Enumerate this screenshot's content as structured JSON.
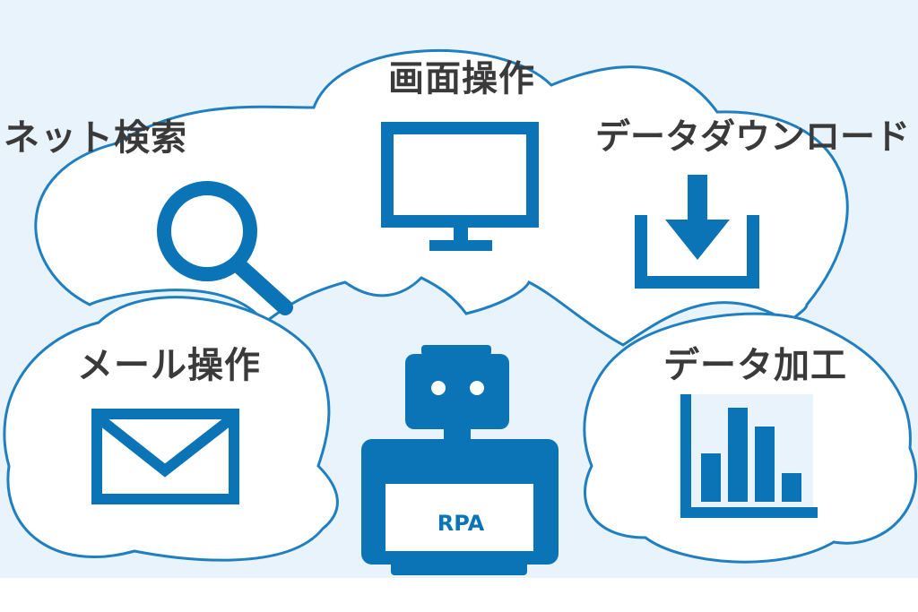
{
  "labels": {
    "screen_operation": "画面操作",
    "web_search": "ネット検索",
    "data_download": "データダウンロード",
    "mail_operation": "メール操作",
    "data_processing": "データ加工"
  },
  "robot": {
    "laptop_text": "RPA"
  },
  "icons": {
    "screen_operation": "monitor-icon",
    "web_search": "magnifier-icon",
    "data_download": "download-icon",
    "mail_operation": "envelope-icon",
    "data_processing": "bar-chart-icon",
    "center": "robot-icon"
  },
  "colors": {
    "accent": "#0a74b7",
    "outline": "#1f7fc0",
    "background": "#e8f3fc",
    "cloud_fill": "#ffffff",
    "label_text": "#3a3a3a"
  }
}
